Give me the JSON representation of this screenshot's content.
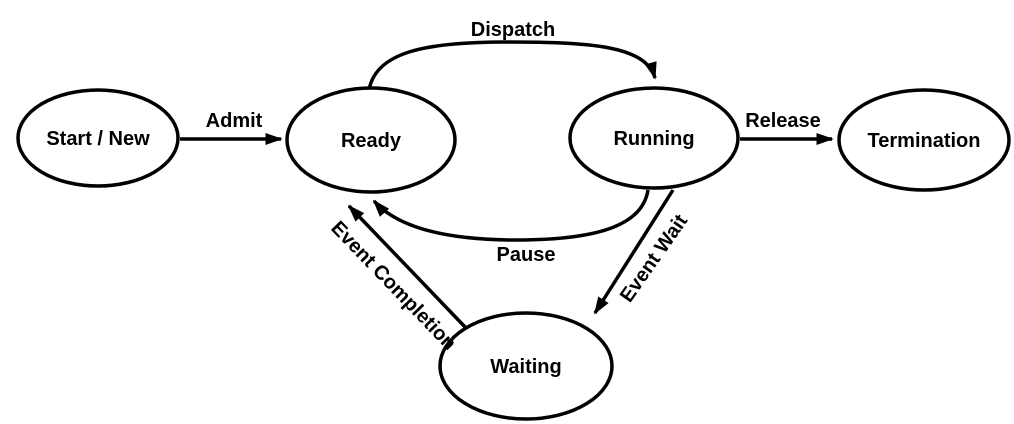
{
  "diagram": {
    "kind": "process-state-diagram",
    "colors": {
      "background": "#ffffff",
      "stroke": "#000000",
      "text": "#000000",
      "state_fill": "#ffffff"
    },
    "states": [
      {
        "id": "start-new",
        "label": "Start / New"
      },
      {
        "id": "ready",
        "label": "Ready"
      },
      {
        "id": "running",
        "label": "Running"
      },
      {
        "id": "termination",
        "label": "Termination"
      },
      {
        "id": "waiting",
        "label": "Waiting"
      }
    ],
    "transitions": [
      {
        "id": "admit",
        "label": "Admit",
        "from": "Start / New",
        "to": "Ready"
      },
      {
        "id": "dispatch",
        "label": "Dispatch",
        "from": "Ready",
        "to": "Running"
      },
      {
        "id": "release",
        "label": "Release",
        "from": "Running",
        "to": "Termination"
      },
      {
        "id": "pause",
        "label": "Pause",
        "from": "Running",
        "to": "Ready"
      },
      {
        "id": "event-wait",
        "label": "Event Wait",
        "from": "Running",
        "to": "Waiting"
      },
      {
        "id": "event-completion",
        "label": "Event Completion",
        "from": "Waiting",
        "to": "Ready"
      }
    ]
  }
}
